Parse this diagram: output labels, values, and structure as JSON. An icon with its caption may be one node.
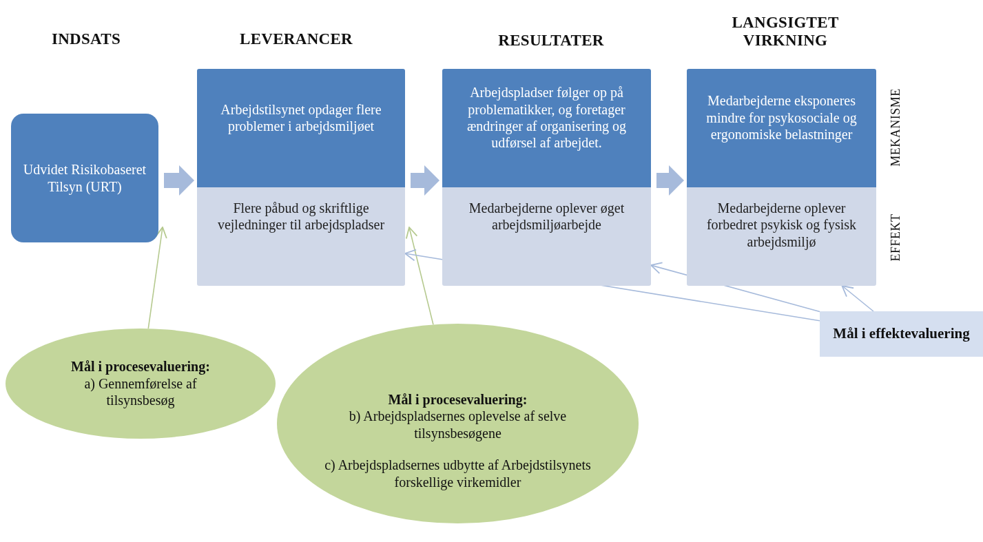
{
  "diagram": {
    "nodes": [
      {
        "text": [
          "Udvidet Risikobaseret Tilsyn (URT)"
        ]
      },
      {
        "text": [
          "Arbejdstilsynet opdager flere problemer i arbejdsmiljøet"
        ]
      },
      {
        "text": [
          "Flere påbud og skriftlige vejledninger til arbejdspladser"
        ]
      },
      {
        "text": [
          "Arbejdspladser følger op på problematikker, og foretager ændringer af organisering og udførsel af arbejdet."
        ]
      },
      {
        "text": [
          "Medarbejderne oplever øget arbejdsmiljøarbejde"
        ]
      },
      {
        "text": [
          "Medarbejderne eksponeres mindre for psykosociale og ergonomiske belastninger"
        ]
      },
      {
        "text": [
          "Medarbejderne oplever forbedret psykisk og fysisk arbejdsmiljø"
        ]
      },
      {
        "text": [
          "Mål i procesevaluering:",
          "a) Gennemførelse af tilsynsbesøg"
        ]
      },
      {
        "text": [
          "Mål i procesevaluering:",
          "b) Arbejdspladsernes oplevelse af selve tilsynsbesøgene",
          "c) Arbejdspladsernes udbytte af Arbejdstilsynets forskellige virkemidler"
        ]
      },
      {
        "text": [
          "Mål i effektevaluering"
        ]
      }
    ],
    "edges": [
      {
        "from": 0,
        "to": 1,
        "arrow": "to",
        "style": "thick"
      },
      {
        "from": 1,
        "to": 3,
        "arrow": "to",
        "style": "thick"
      },
      {
        "from": 3,
        "to": 5,
        "arrow": "to",
        "style": "thick"
      },
      {
        "from": 7,
        "to": 0,
        "arrow": "to",
        "color": "#b5c98e"
      },
      {
        "from": 8,
        "to": 2,
        "arrow": "to",
        "color": "#b5c98e"
      },
      {
        "from": 9,
        "to": 2,
        "arrow": "to"
      },
      {
        "from": 9,
        "to": 4,
        "arrow": "to"
      },
      {
        "from": 9,
        "to": 6,
        "arrow": "to"
      }
    ],
    "labels": [
      "INDSATS",
      "LEVERANCER",
      "RESULTATER",
      "LANGSIGTET VIRKNING",
      "MEKANISME",
      "EFFEKT"
    ]
  }
}
